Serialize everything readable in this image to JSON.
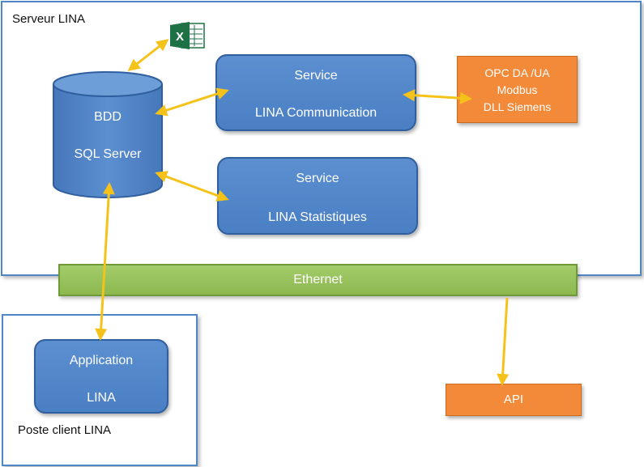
{
  "server": {
    "label": "Serveur LINA"
  },
  "client": {
    "label": "Poste client LINA"
  },
  "database": {
    "line1": "BDD",
    "line2": "SQL Server"
  },
  "service_communication": {
    "line1": "Service",
    "line2": "LINA Communication"
  },
  "service_statistiques": {
    "line1": "Service",
    "line2": "LINA Statistiques"
  },
  "protocols": {
    "line1": "OPC DA /UA",
    "line2": "Modbus",
    "line3": "DLL Siemens"
  },
  "ethernet": {
    "label": "Ethernet"
  },
  "application": {
    "line1": "Application",
    "line2": "LINA"
  },
  "api": {
    "label": "API"
  },
  "excel_icon": {
    "letter": "X"
  },
  "colors": {
    "service_blue": "#4a7fc4",
    "orange": "#f38a3a",
    "ethernet_green": "#9cc35e",
    "arrow_yellow": "#f5c21a",
    "excel_green": "#1e7145"
  }
}
